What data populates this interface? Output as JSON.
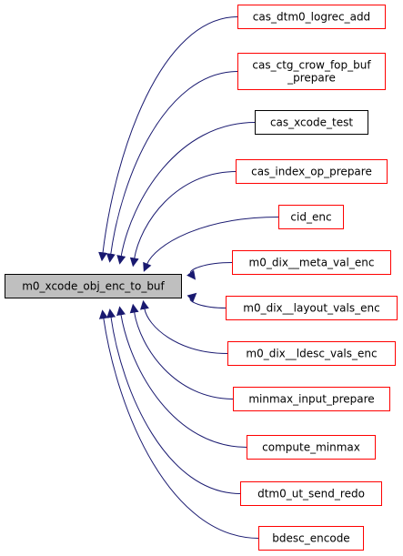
{
  "graph": {
    "root": {
      "label": "m0_xcode_obj_enc_to_buf",
      "fill": "#bfbfbf",
      "border": "#000000"
    },
    "edge_color": "#191970",
    "callers": [
      {
        "lines": [
          "cas_dtm0_logrec_add"
        ],
        "border": "#ff0000"
      },
      {
        "lines": [
          "cas_ctg_crow_fop_buf",
          "_prepare"
        ],
        "border": "#ff0000"
      },
      {
        "lines": [
          "cas_xcode_test"
        ],
        "border": "#000000"
      },
      {
        "lines": [
          "cas_index_op_prepare"
        ],
        "border": "#ff0000"
      },
      {
        "lines": [
          "cid_enc"
        ],
        "border": "#ff0000"
      },
      {
        "lines": [
          "m0_dix__meta_val_enc"
        ],
        "border": "#ff0000"
      },
      {
        "lines": [
          "m0_dix__layout_vals_enc"
        ],
        "border": "#ff0000"
      },
      {
        "lines": [
          "m0_dix__ldesc_vals_enc"
        ],
        "border": "#ff0000"
      },
      {
        "lines": [
          "minmax_input_prepare"
        ],
        "border": "#ff0000"
      },
      {
        "lines": [
          "compute_minmax"
        ],
        "border": "#ff0000"
      },
      {
        "lines": [
          "dtm0_ut_send_redo"
        ],
        "border": "#ff0000"
      },
      {
        "lines": [
          "bdesc_encode"
        ],
        "border": "#ff0000"
      }
    ]
  }
}
